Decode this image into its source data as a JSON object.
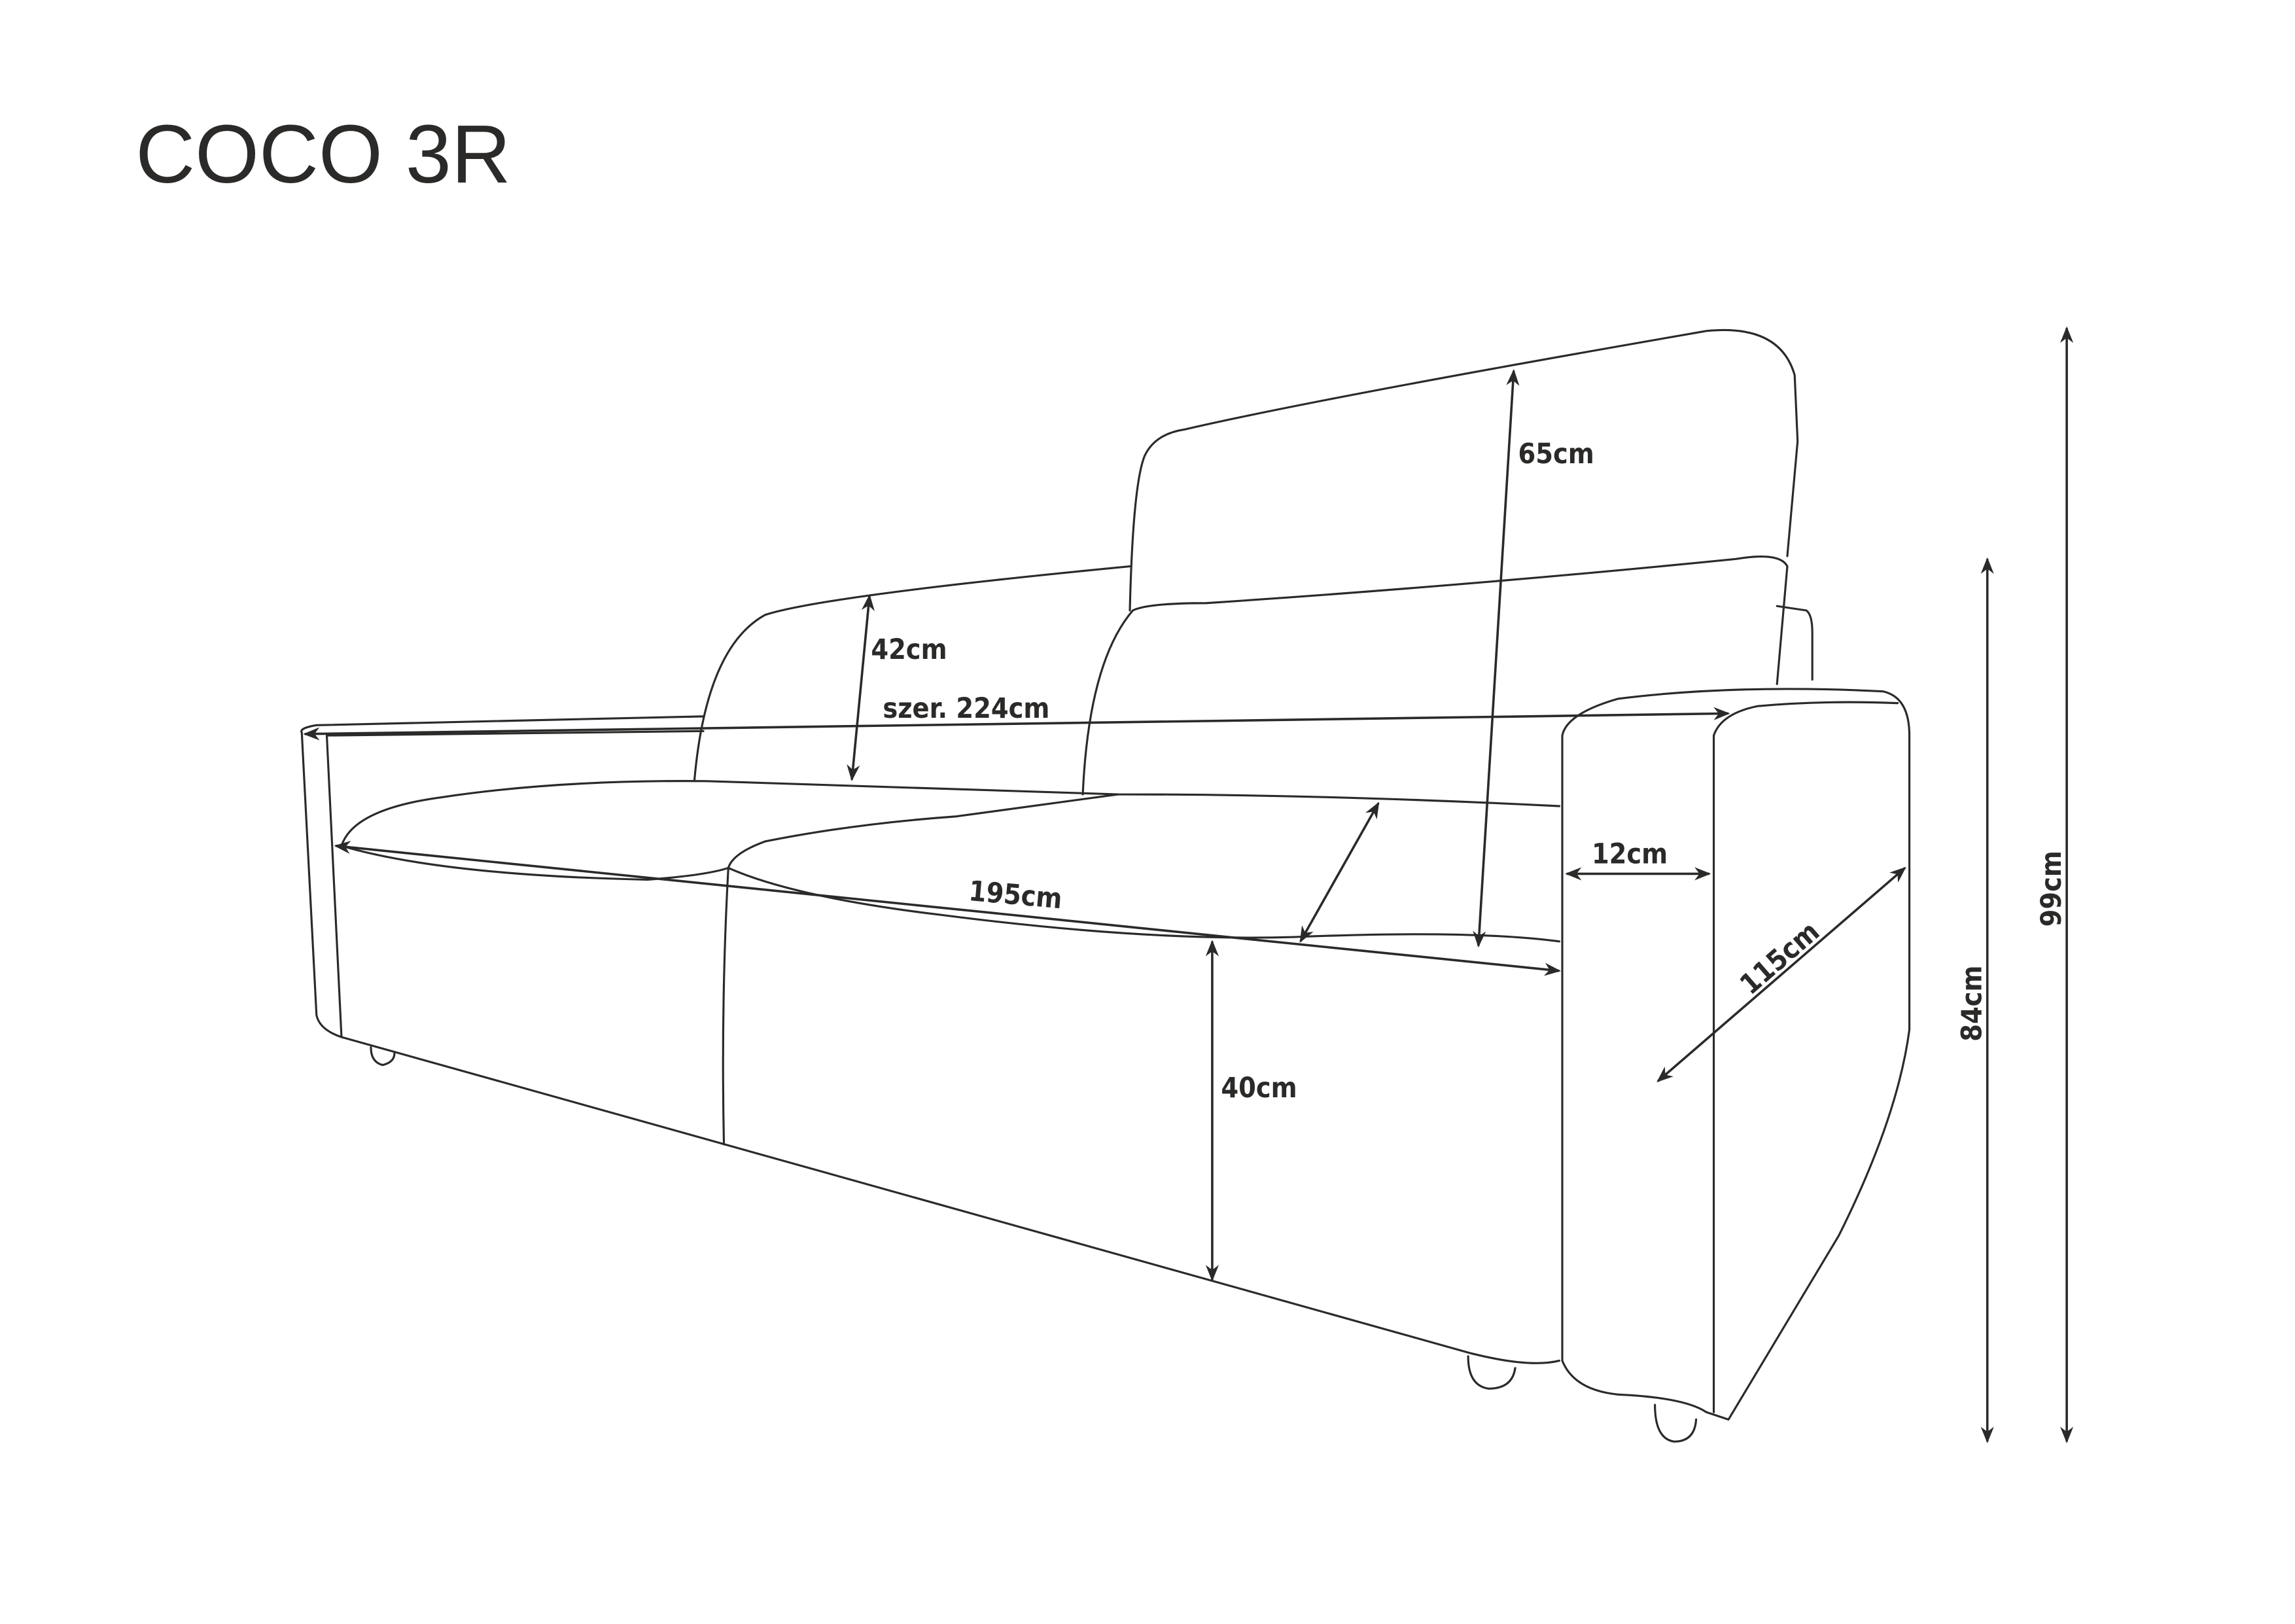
{
  "title": "COCO 3R",
  "dimensions": {
    "backrest_height": "65cm",
    "cushion_height": "42cm",
    "total_width": "szer. 224cm",
    "seat_width": "195cm",
    "armrest_width": "12cm",
    "depth": "115cm",
    "seat_height": "40cm",
    "height_84": "84cm",
    "height_99": "99cm"
  },
  "colors": {
    "line": "#2b2a29",
    "background": "#ffffff"
  }
}
